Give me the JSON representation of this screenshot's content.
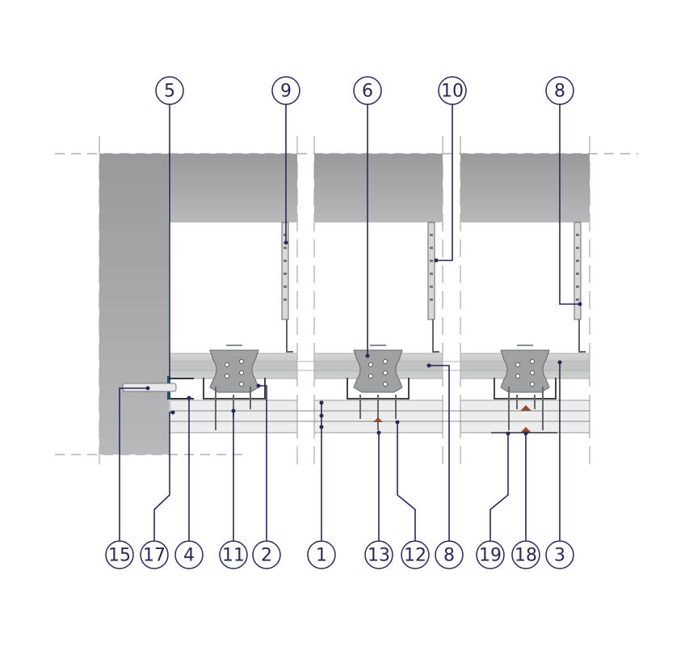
{
  "diagram": {
    "type": "ceiling-section-detail",
    "callouts_top": [
      "5",
      "9",
      "6",
      "10",
      "8"
    ],
    "callouts_bottom": [
      "15",
      "17",
      "4",
      "11",
      "2",
      "1",
      "13",
      "12",
      "8",
      "19",
      "18",
      "3"
    ],
    "colors": {
      "callout": "#2a2858",
      "concrete": "#a9a9ab",
      "board": "#c8c9c9",
      "gypsum": "#ececec",
      "bracket": "#9c9d9f",
      "sealant": "#9b4a2c",
      "seal": "#1f4f6a"
    }
  }
}
